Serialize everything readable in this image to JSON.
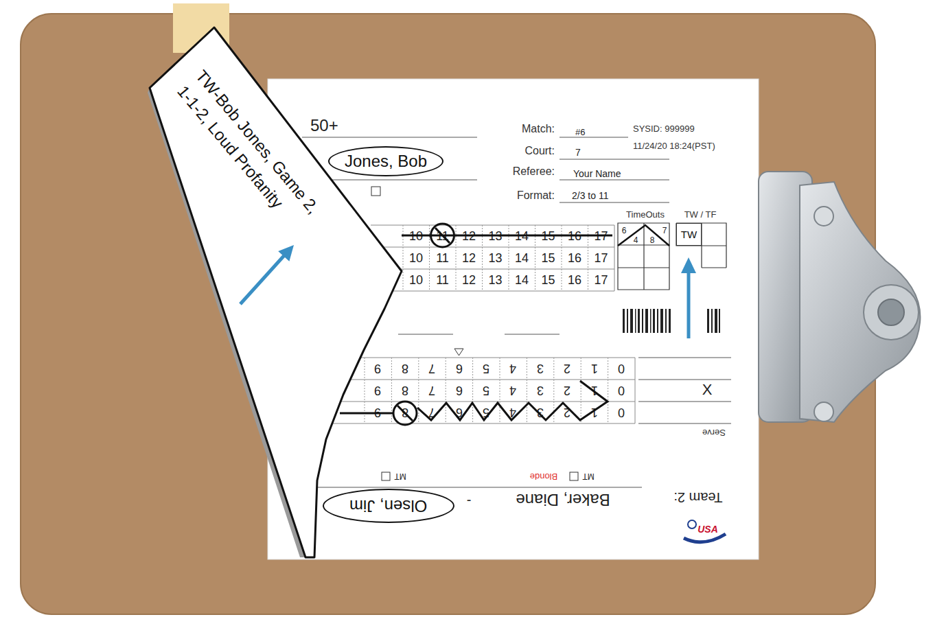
{
  "diagram": {
    "nodes": [
      {
        "text": [
          "TW-Bob Jones, Game 2, 1-1-2, Loud Profanity"
        ]
      },
      {
        "text": [
          "Jones, Bob"
        ]
      },
      {
        "text": [
          "TW"
        ]
      },
      {
        "text": [
          "Olsen, Jim"
        ]
      }
    ],
    "labels": [
      "50+",
      "Match:",
      "#6",
      "SYSID: 999999",
      "11/24/20 18:24(PST)",
      "Court:",
      "7",
      "Referee:",
      "Your Name",
      "Format:",
      "2/3 to 11",
      "TimeOuts",
      "TW / TF",
      "6",
      "7",
      "4",
      "8",
      "10",
      "11",
      "12",
      "13",
      "14",
      "15",
      "16",
      "17",
      "10",
      "11",
      "12",
      "13",
      "14",
      "15",
      "16",
      "17",
      "10",
      "11",
      "12",
      "13",
      "14",
      "15",
      "16",
      "17",
      "9",
      "8",
      "7",
      "6",
      "5",
      "4",
      "3",
      "2",
      "1",
      "0",
      "9",
      "8",
      "7",
      "6",
      "5",
      "4",
      "3",
      "2",
      "1",
      "0",
      "9",
      "8",
      "7",
      "6",
      "5",
      "4",
      "3",
      "2",
      "1",
      "0",
      "X",
      "Serve",
      "MT",
      "Blonde",
      "MT",
      "-",
      "Baker, Diane",
      "Team 2:",
      "USA"
    ]
  }
}
